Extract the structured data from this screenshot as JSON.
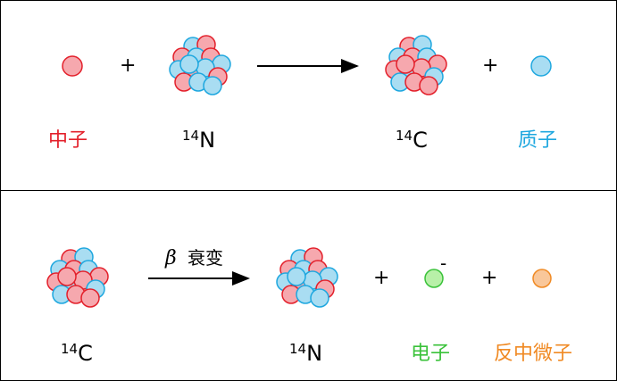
{
  "colors": {
    "neutron_fill": "#f6a8ae",
    "neutron_stroke": "#e3202b",
    "proton_fill": "#a9ddf2",
    "proton_stroke": "#1ea7df",
    "electron_fill": "#b8f0a8",
    "electron_stroke": "#3ac23a",
    "antineutrino_fill": "#f9c79a",
    "antineutrino_stroke": "#f08a24",
    "neutron_label": "#e3202b",
    "proton_label": "#1ea7df",
    "electron_label": "#3ac23a",
    "antineutrino_label": "#f08a24"
  },
  "top_panel": {
    "neutron_label": "中子",
    "plus1": "+",
    "n14_mass": "14",
    "n14_symbol": "N",
    "c14_mass": "14",
    "c14_symbol": "C",
    "plus2": "+",
    "proton_label": "质子"
  },
  "bottom_panel": {
    "c14_mass": "14",
    "c14_symbol": "C",
    "arrow_beta": "β",
    "arrow_text": "衰变",
    "n14_mass": "14",
    "n14_symbol": "N",
    "plus1": "+",
    "electron_sign": "-",
    "plus2": "+",
    "electron_label": "电子",
    "antineutrino_label": "反中微子"
  }
}
